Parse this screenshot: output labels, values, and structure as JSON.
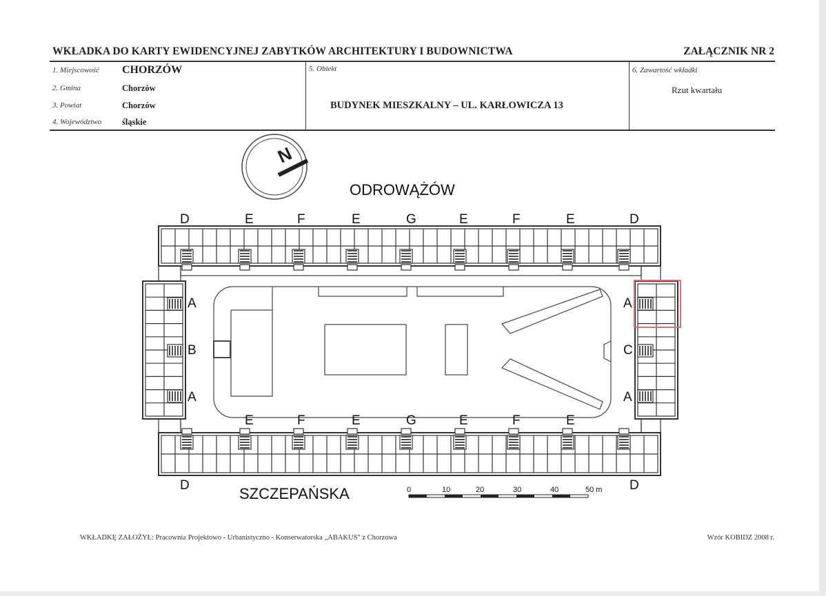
{
  "header": {
    "title": "WKŁADKA DO KARTY EWIDENCYJNEJ ZABYTKÓW ARCHITEKTURY I BUDOWNICTWA",
    "annex": "ZAŁĄCZNIK NR 2"
  },
  "fields": {
    "locality": {
      "label": "1. Miejscowość",
      "value": "CHORZÓW"
    },
    "commune": {
      "label": "2. Gmina",
      "value": "Chorzów"
    },
    "district": {
      "label": "3. Powiat",
      "value": "Chorzów"
    },
    "voivodeship": {
      "label": "4. Województwo",
      "value": "śląskie"
    },
    "object": {
      "label": "5. Obiekt",
      "value": "BUDYNEK MIESZKALNY – UL. KARŁOWICZA 13"
    },
    "content": {
      "label": "6. Zawartość wkładki",
      "value": "Rzut kwartału"
    }
  },
  "plan": {
    "north": "N",
    "street_top": "ODROWĄŻÓW",
    "street_bottom": "SZCZEPAŃSKA",
    "top_wing_labels": [
      "D",
      "E",
      "F",
      "E",
      "G",
      "E",
      "F",
      "E",
      "D"
    ],
    "bottom_wing_labels": [
      "E",
      "F",
      "E",
      "G",
      "E",
      "F",
      "E"
    ],
    "bottom_corner_labels": [
      "D",
      "D"
    ],
    "left_wing_labels": [
      "A",
      "B",
      "A"
    ],
    "right_wing_labels": [
      "A",
      "C",
      "A"
    ],
    "highlight_color": "#e07070",
    "scale": {
      "ticks": [
        "0",
        "10",
        "20",
        "30",
        "40",
        "50 m"
      ]
    }
  },
  "footer": {
    "author": "WKŁADKĘ ZAŁOŻYŁ: Pracownia Projektowo - Urbanistyczno - Konserwatorska „ABAKUS\" z Chorzowa",
    "template": "Wzór KOBIDZ 2008 r."
  }
}
